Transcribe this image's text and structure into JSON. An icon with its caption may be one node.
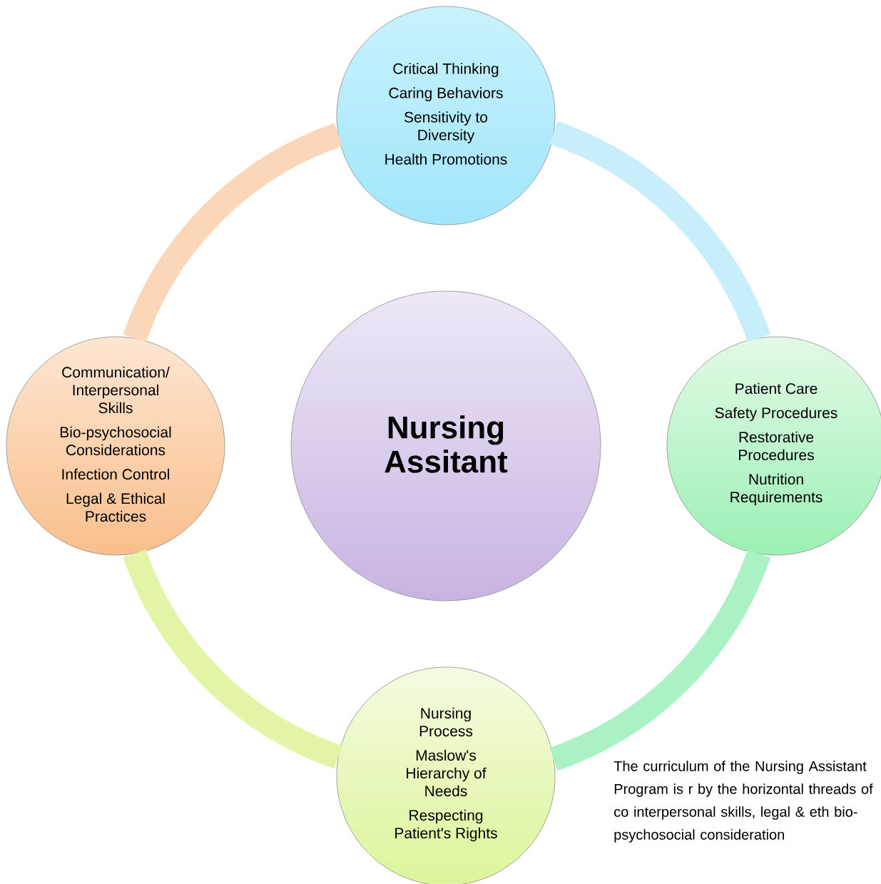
{
  "diagram": {
    "nodes": [
      {
        "text": [
          "Critical Thinking",
          "Caring Behaviors",
          "Sensitivity to Diversity",
          "Health Promotions"
        ]
      },
      {
        "text": [
          "Communication/ Interpersonal Skills",
          "Bio-psychosocial Considerations",
          "Infection Control",
          "Legal & Ethical Practices"
        ]
      },
      {
        "text": [
          "Nursing Assitant"
        ]
      },
      {
        "text": [
          "Patient Care",
          "Safety Procedures",
          "Restorative Procedures",
          "Nutrition Requirements"
        ]
      },
      {
        "text": [
          "Nursing Process",
          "Maslow's Hierarchy of Needs",
          "Respecting Patient's Rights"
        ]
      }
    ],
    "edges": [
      {
        "from": 0,
        "to": 3,
        "arrow": "none",
        "color": "#c8eefb"
      },
      {
        "from": 3,
        "to": 4,
        "arrow": "none",
        "color": "#aaf2c4"
      },
      {
        "from": 4,
        "to": 1,
        "arrow": "none",
        "color": "#e2f5a6"
      },
      {
        "from": 1,
        "to": 0,
        "arrow": "none",
        "color": "#fcd6b8"
      }
    ],
    "labels": [
      "The curriculum of the Nursing Assistant Program is r by the horizontal threads of co interpersonal skills, legal & eth bio-psychosocial consideration"
    ]
  }
}
